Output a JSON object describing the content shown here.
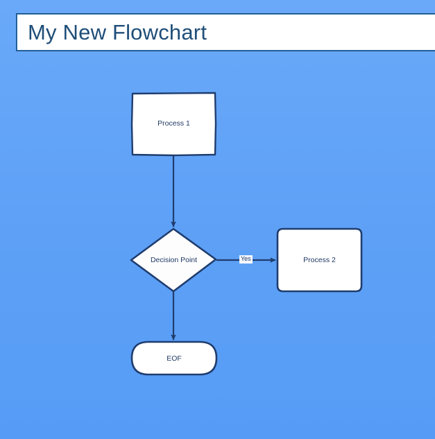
{
  "app": {
    "background_color": "#5fa2f7",
    "shape_fill": "#ffffff",
    "shape_stroke": "#1f3d6e",
    "text_color": "#1f3864",
    "title_color": "#1f4e79"
  },
  "title_bar": {
    "title": "My New Flowchart"
  },
  "flowchart": {
    "nodes": [
      {
        "id": "process-1",
        "type": "process",
        "label": "Process 1"
      },
      {
        "id": "decision-point",
        "type": "decision",
        "label": "Decision Point"
      },
      {
        "id": "process-2",
        "type": "process",
        "label": "Process 2"
      },
      {
        "id": "eof",
        "type": "terminator",
        "label": "EOF"
      }
    ],
    "edges": [
      {
        "id": "edge-process1-decision",
        "from": "process-1",
        "to": "decision-point",
        "label": ""
      },
      {
        "id": "edge-decision-process2",
        "from": "decision-point",
        "to": "process-2",
        "label": "Yes"
      },
      {
        "id": "edge-decision-eof",
        "from": "decision-point",
        "to": "eof",
        "label": ""
      }
    ]
  }
}
